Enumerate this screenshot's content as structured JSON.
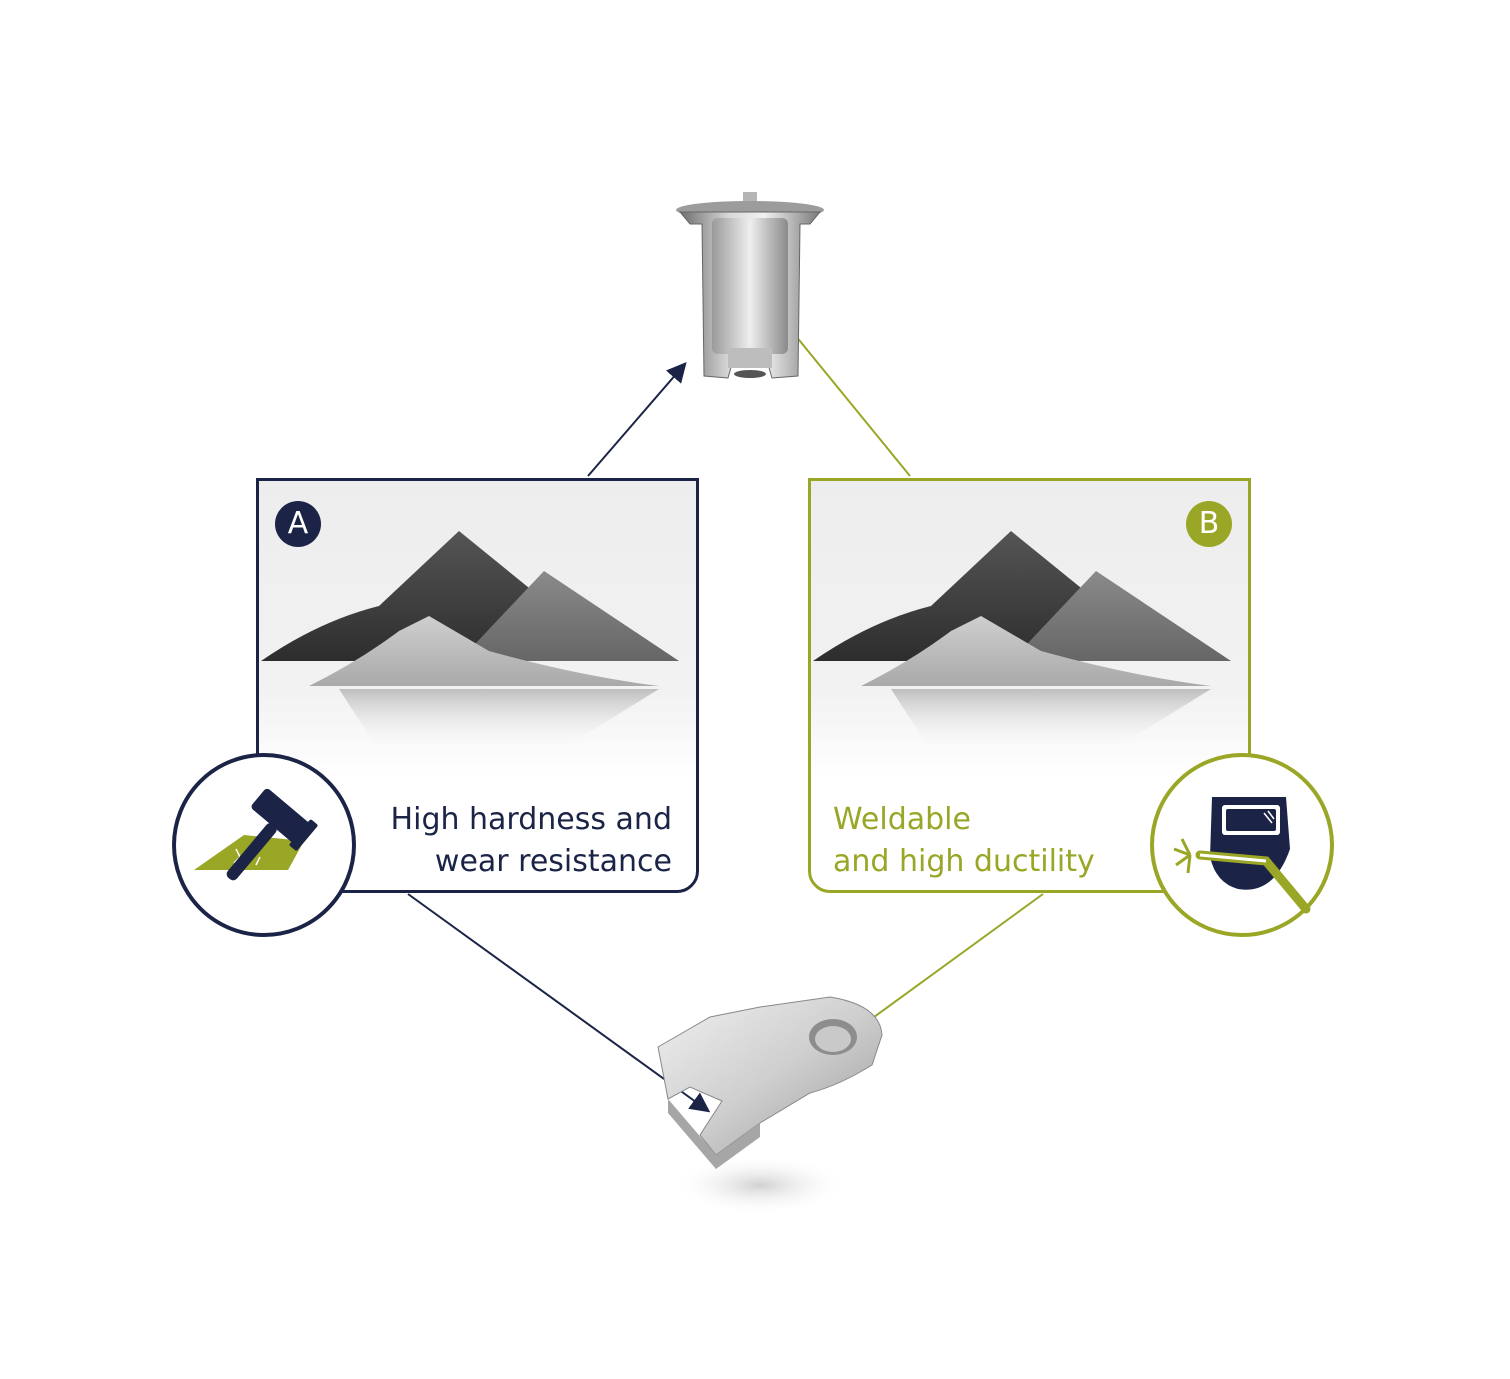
{
  "panel_a": {
    "badge": "A",
    "caption_line1": "High hardness and",
    "caption_line2": "wear resistance",
    "icon": "hammer-impact-icon"
  },
  "panel_b": {
    "badge": "B",
    "caption_line1": "Weldable",
    "caption_line2": "and high ductility",
    "icon": "welding-helmet-icon"
  },
  "colors": {
    "navy": "#1b2447",
    "olive": "#9aa626"
  },
  "images": {
    "top": "metal-bushing-cutaway",
    "bottom": "metal-clamp-bracket"
  }
}
